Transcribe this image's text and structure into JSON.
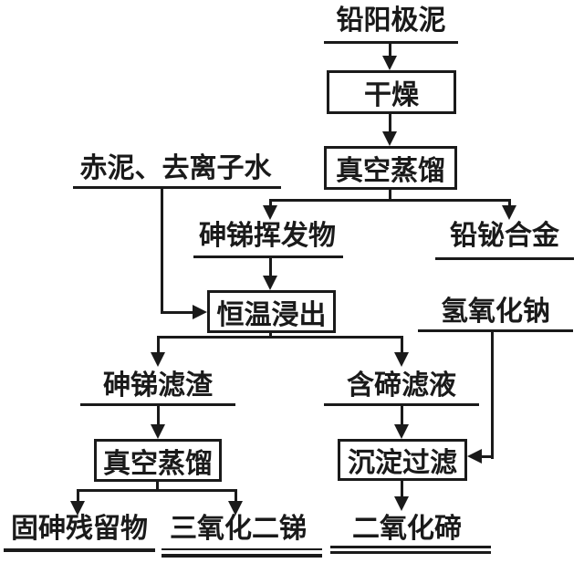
{
  "flowchart": {
    "colors": {
      "line": "#1a1a1a",
      "background": "#ffffff"
    },
    "nodes": {
      "lead_anode_slime": "铅阳极泥",
      "red_mud_deionized_water": "赤泥、去离子水",
      "arsenic_antimony_volatiles": "砷锑挥发物",
      "lead_bismuth_alloy": "铅铋合金",
      "sodium_hydroxide": "氢氧化钠",
      "arsenic_antimony_filter_residue": "砷锑滤渣",
      "tellurium_filtrate": "含碲滤液",
      "solid_arsenic_residue": "固砷残留物",
      "antimony_trioxide": "三氧化二锑",
      "tellurium_dioxide": "二氧化碲"
    },
    "boxes": {
      "drying": "干燥",
      "vacuum_distillation_1": "真空蒸馏",
      "constant_temperature_leaching": "恒温浸出",
      "vacuum_distillation_2": "真空蒸馏",
      "precipitation_filtration": "沉淀过滤"
    }
  }
}
